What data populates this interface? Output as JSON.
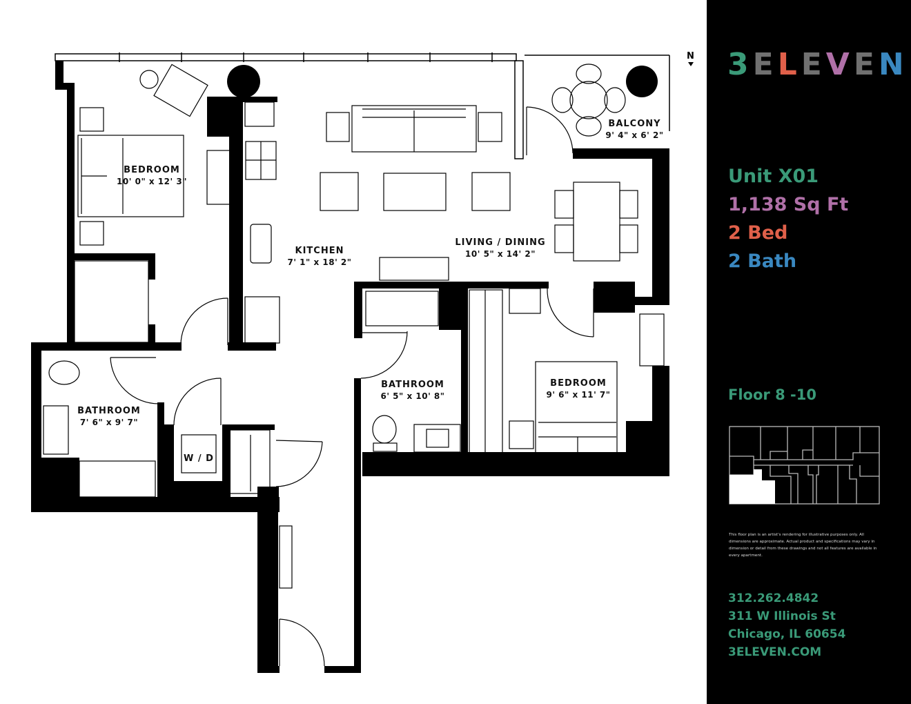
{
  "brand": {
    "logo": "3ELEVEN",
    "logo_colors": [
      "#3a9a78",
      "#707070",
      "#e0604a",
      "#707070",
      "#b070a8",
      "#707070",
      "#3a88c0",
      "#e0604a"
    ]
  },
  "compass": {
    "label": "N"
  },
  "rooms": {
    "bedroom1": {
      "name": "BEDROOM",
      "dims": "10' 0\"  x 12' 3\""
    },
    "kitchen": {
      "name": "KITCHEN",
      "dims": "7' 1\"  x 18' 2\""
    },
    "living": {
      "name": "LIVING / DINING",
      "dims": "10' 5\"  x 14' 2\""
    },
    "balcony": {
      "name": "BALCONY",
      "dims": "9' 4\"  x 6' 2\""
    },
    "bathroom1": {
      "name": "BATHROOM",
      "dims": "7' 6\"  x 9' 7\""
    },
    "bathroom2": {
      "name": "BATHROOM",
      "dims": "6' 5\"  x 10' 8\""
    },
    "bedroom2": {
      "name": "BEDROOM",
      "dims": "9' 6\"  x 11' 7\""
    },
    "laundry": {
      "name": "W / D"
    }
  },
  "unit": {
    "name": "Unit X01",
    "area": "1,138 Sq Ft",
    "beds": "2 Bed",
    "baths": "2 Bath",
    "floors": "Floor 8 -10"
  },
  "colors": {
    "green": "#3a9a78",
    "purple": "#b070a8",
    "orange": "#e0604a",
    "blue": "#3a88c0",
    "gray": "#707070"
  },
  "disclaimer": "This floor plan is an artist's rendering for illustrative purposes only. All dimensions are approximate. Actual product and specifications may vary in dimension or detail from these drawings and not all features are available in every apartment.",
  "contact": {
    "phone": "312.262.4842",
    "street": "311 W Illinois St",
    "city": "Chicago, IL 60654",
    "website": "3ELEVEN.COM"
  }
}
